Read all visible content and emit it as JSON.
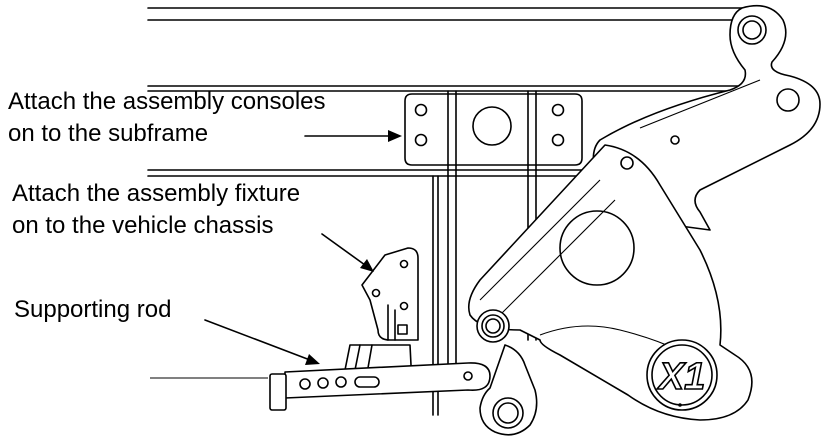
{
  "labels": {
    "consoles_line1": "Attach the assembly consoles",
    "consoles_line2": "on to the subframe",
    "fixture_line1": "Attach the assembly fixture",
    "fixture_line2": "on to the vehicle chassis",
    "rod": "Supporting rod"
  },
  "badge": {
    "text": "X1"
  },
  "colors": {
    "line": "#000000",
    "background": "#ffffff"
  }
}
